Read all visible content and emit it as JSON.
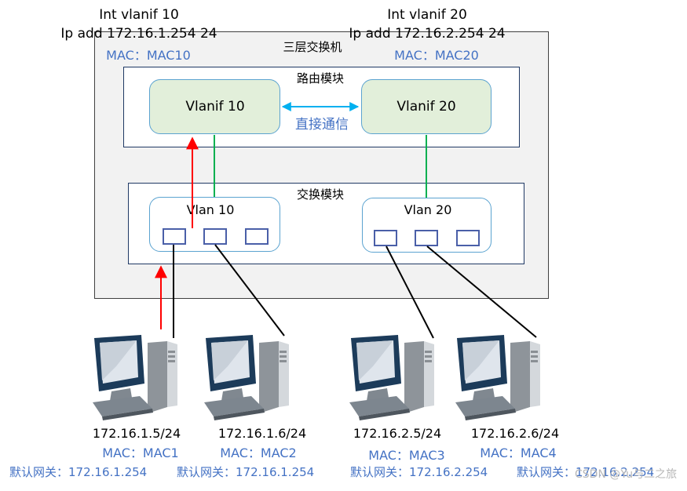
{
  "vlanif10_cfg": {
    "line1": "Int vlanif 10",
    "line2": "Ip add 172.16.1.254 24",
    "mac": "MAC：MAC10"
  },
  "vlanif20_cfg": {
    "line1": "Int vlanif 20",
    "line2": "Ip add 172.16.2.254 24",
    "mac": "MAC：MAC20"
  },
  "switch_title": "三层交换机",
  "route_module": {
    "title": "路由模块",
    "vlanif10": "Vlanif 10",
    "vlanif20": "Vlanif 20",
    "link_label": "直接通信"
  },
  "switch_module": {
    "title": "交换模块",
    "vlan10": "Vlan 10",
    "vlan20": "Vlan 20"
  },
  "hosts": [
    {
      "ip": "172.16.1.5/24",
      "mac": "MAC：MAC1",
      "gateway": "默认网关：172.16.1.254"
    },
    {
      "ip": "172.16.1.6/24",
      "mac": "MAC：MAC2",
      "gateway": "默认网关：172.16.1.254"
    },
    {
      "ip": "172.16.2.5/24",
      "mac": "MAC：MAC3",
      "gateway": "默认网关：172.16.2.254"
    },
    {
      "ip": "172.16.2.6/24",
      "mac": "MAC：MAC4",
      "gateway": "默认网关：172.16.2.254"
    }
  ],
  "watermark": "CSDN @Yu与二之旅",
  "colors": {
    "vlanif_fill": "#e2efda",
    "module_border": "#1f3864",
    "link_blue": "#00b0f0",
    "green_line": "#00b050",
    "red_arrow": "#ff0000",
    "mac_text": "#4472c4"
  },
  "icons": [
    "computer-icon",
    "port-icon"
  ]
}
